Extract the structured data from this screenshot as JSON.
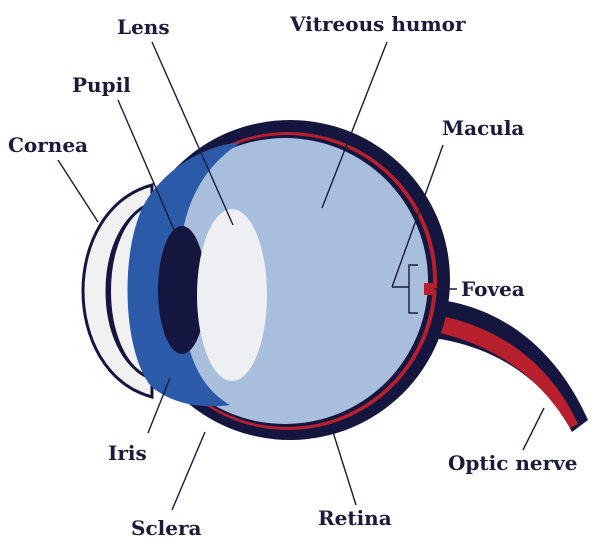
{
  "labels": {
    "lens": "Lens",
    "vitreous_humor": "Vitreous humor",
    "pupil": "Pupil",
    "cornea": "Cornea",
    "macula": "Macula",
    "fovea": "Fovea",
    "iris": "Iris",
    "optic_nerve": "Optic nerve",
    "sclera": "Sclera",
    "retina": "Retina"
  },
  "colors": {
    "sclera": "#15163f",
    "retina": "#b8202e",
    "vitreous": "#a8bedd",
    "iris": "#2a5aa8",
    "pupil": "#15163f",
    "lens": "#eeeff3",
    "cornea": "#f1f1f2",
    "label": "#1a1a3a"
  }
}
